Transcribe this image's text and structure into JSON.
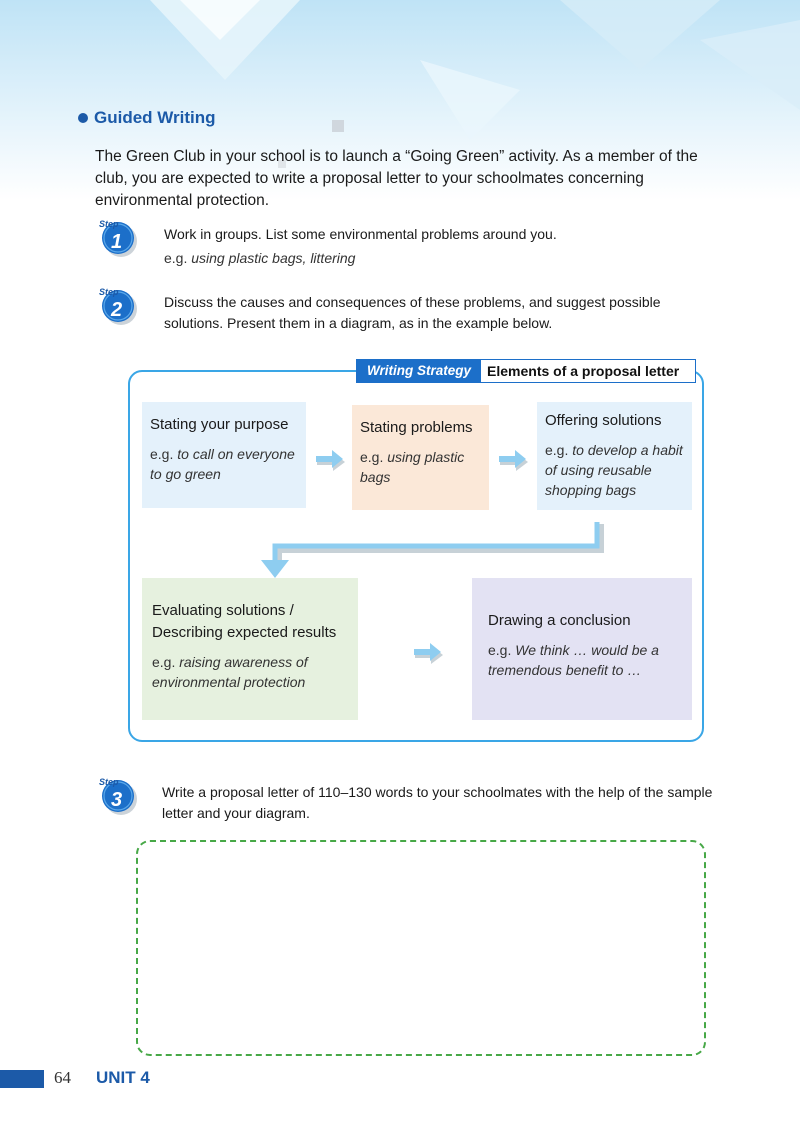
{
  "colors": {
    "accent": "#1c5aa8",
    "frame": "#3aa6e6",
    "tab": "#1c6fc9",
    "arrow": "#8ecdf0",
    "dashed": "#47a847"
  },
  "section": {
    "title": "Guided Writing"
  },
  "intro": "The Green Club in your school is to launch a “Going Green” activity. As a member of the club, you are expected to write a proposal letter to your schoolmates concerning environmental protection.",
  "steps": [
    {
      "badge_word": "Step",
      "number": "1",
      "text": "Work in groups. List some environmental problems around you.",
      "eg_prefix": "e.g. ",
      "eg_text": "using plastic bags, littering"
    },
    {
      "badge_word": "Step",
      "number": "2",
      "text": "Discuss the causes and consequences of these problems, and suggest possible solutions. Present them in a diagram, as in the example below."
    },
    {
      "badge_word": "Step",
      "number": "3",
      "text": "Write a proposal letter of 110–130 words to your schoolmates with the help of the sample letter and your diagram."
    }
  ],
  "strategy": {
    "label": "Writing Strategy",
    "title": "Elements of a proposal letter"
  },
  "diagram": {
    "purpose": {
      "title": "Stating your purpose",
      "eg_prefix": "e.g. ",
      "eg_text": "to call on everyone to go green"
    },
    "problems": {
      "title": "Stating problems",
      "eg_prefix": "e.g. ",
      "eg_text": "using plastic bags"
    },
    "solutions": {
      "title": "Offering solutions",
      "eg_prefix": "e.g. ",
      "eg_text": "to develop a habit of using reusable shopping bags"
    },
    "evaluating": {
      "title": "Evaluating solutions / Describing expected results",
      "eg_prefix": "e.g. ",
      "eg_text": "raising awareness of environmental protection"
    },
    "conclusion": {
      "title": "Drawing a conclusion",
      "eg_prefix": "e.g. ",
      "eg_text": "We think … would be a tremendous benefit to …"
    }
  },
  "footer": {
    "page_number": "64",
    "unit": "UNIT 4"
  }
}
